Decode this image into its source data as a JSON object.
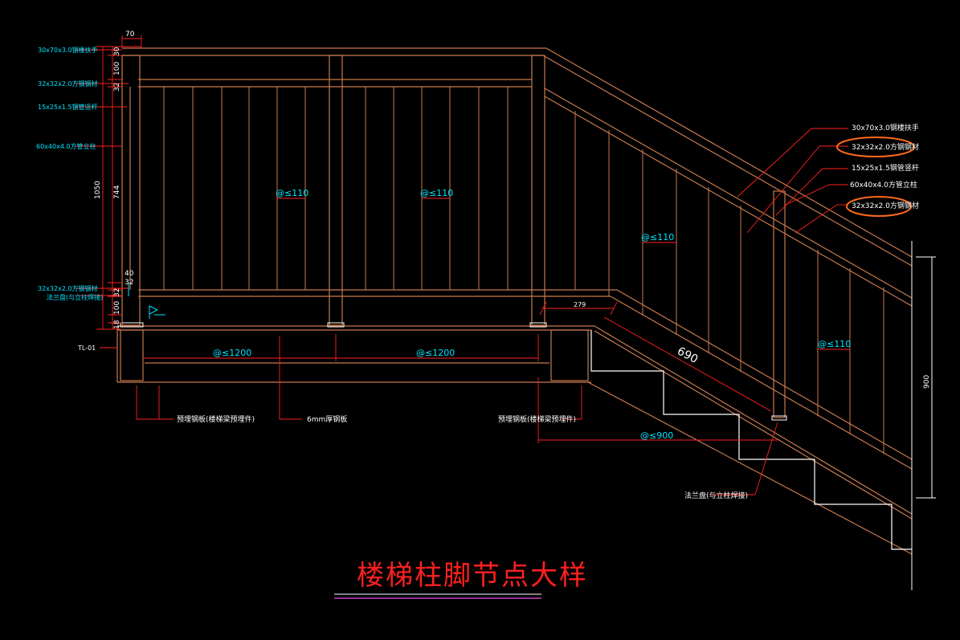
{
  "title": "楼梯柱脚节点大样",
  "left_labels": {
    "handrail": "30x70x3.0钢楼扶手",
    "top_tube": "32x32x2.0方钢钢材",
    "baluster": "15x25x1.5钢管竖杆",
    "post": "60x40x4.0方管立柱",
    "bottom_tube": "32x32x2.0方钢钢材",
    "base_plate": "法兰盘(与立柱焊接)",
    "beam": "TL-01"
  },
  "right_labels": {
    "handrail": "30x70x3.0钢楼扶手",
    "top_tube": "32x32x2.0方钢钢材",
    "baluster": "15x25x1.5钢管竖杆",
    "post": "60x40x4.0方管立柱",
    "bottom_tube": "32x32x2.0方钢钢材"
  },
  "vertical_dims": {
    "total": "1050",
    "segments": [
      "30",
      "100",
      "32",
      "744",
      "40",
      "32",
      "32",
      "100",
      "18"
    ]
  },
  "top_dim": "70",
  "spacing_labels": {
    "baluster_1": "@≤110",
    "baluster_2": "@≤110",
    "baluster_3": "@≤110",
    "baluster_4": "@≤110",
    "beam_1": "@≤1200",
    "beam_2": "@≤1200",
    "stair": "@≤900"
  },
  "stair_dims": {
    "slope": "690",
    "small": "279",
    "height": "900"
  },
  "bottom_notes": {
    "left": "预埋钢板(楼梯梁预埋件)",
    "middle": "6mm厚钢板",
    "right": "预埋钢板(楼梯梁预埋件)",
    "stair_flange": "法兰盘(与立柱焊接)"
  },
  "colors": {
    "background": "#000000",
    "structure": "#c87a4e",
    "leader": "#ff2020",
    "annotation": "#00e5ff",
    "highlight": "#ff6a1a",
    "title": "#ff2020",
    "underline": "#c040c0"
  }
}
